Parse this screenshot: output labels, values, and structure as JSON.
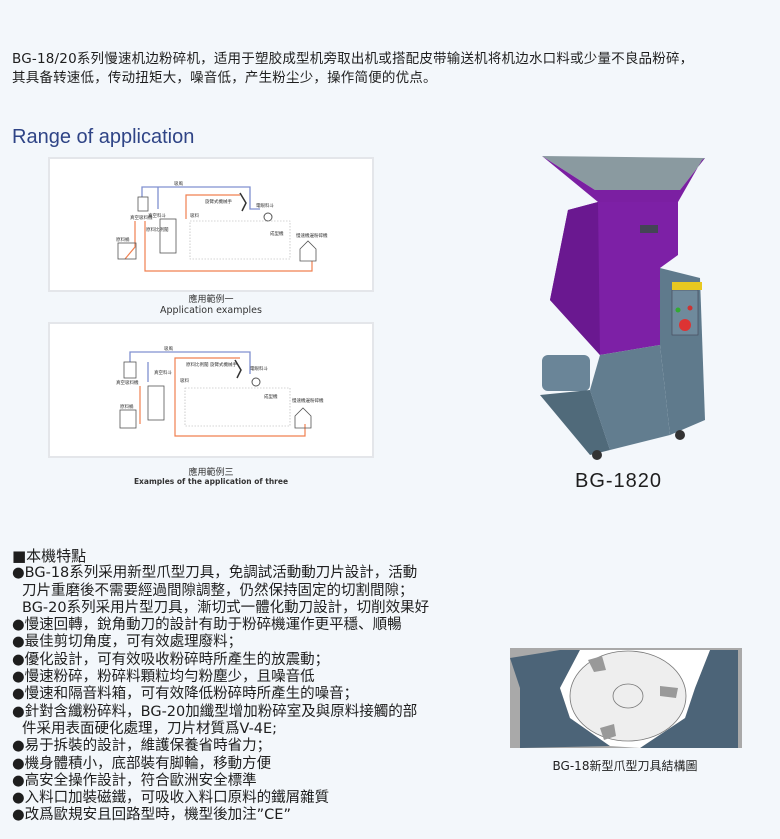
{
  "intro": {
    "line1": "BG-18/20系列慢速机边粉碎机，适用于塑胶成型机旁取出机或搭配皮带输送机将机边水口料或少量不良品粉碎，",
    "line2": "其具备转速低，传动扭矩大，噪音低，产生粉尘少，操作简便的优点。"
  },
  "range_title": "Range of application",
  "diagram1": {
    "labels": {
      "suction_air": "吸風",
      "robot": "旋臂式機械手",
      "eye_hopper": "電眼料斗",
      "vacuum_loader": "真空吸料機",
      "vacuum_hopper": "真空料斗",
      "ratio_valve": "原料比例閥",
      "raw_bin": "原料桶",
      "molding": "成型機",
      "crusher": "慢速機邊粉碎機",
      "feed": "吸料"
    },
    "caption_cn": "應用範例一",
    "caption_en": "Application examples"
  },
  "diagram2": {
    "labels": {
      "suction_air": "吸風",
      "robot": "旋臂式機械手",
      "eye_hopper": "電眼料斗",
      "vacuum_loader": "真空吸料機",
      "vacuum_hopper": "真空料斗",
      "ratio_valve": "原料比例閥",
      "raw_bin": "原料桶",
      "molding": "成型機",
      "crusher": "慢速機邊粉碎機",
      "feed": "吸料"
    },
    "caption_cn": "應用範例三",
    "caption_en": "Examples of the application of three"
  },
  "machine": {
    "model": "BG-1820"
  },
  "features": {
    "heading": "■本機特點",
    "items": [
      {
        "text": "●BG-18系列采用新型爪型刀具，免調試活動動刀片設計，活動",
        "cont": [
          "刀片重磨後不需要經過間隙調整，仍然保持固定的切割間隙；",
          "BG-20系列采用片型刀具，漸切式一體化動刀設計，切削效果好"
        ]
      },
      {
        "text": "●慢速回轉，銳角動刀的設計有助于粉碎機運作更平穩、順暢"
      },
      {
        "text": "●最佳剪切角度，可有效處理廢料；"
      },
      {
        "text": "●優化設計，可有效吸收粉碎時所產生的放震動；"
      },
      {
        "text": "●慢速粉碎，粉碎料顆粒均勻粉塵少，且噪音低"
      },
      {
        "text": "●慢速和隔音料箱，可有效降低粉碎時所產生的噪音；"
      },
      {
        "text": "●針對含纖粉碎料，BG-20加纖型增加粉碎室及與原料接觸的部",
        "cont": [
          "件采用表面硬化處理，刀片材質爲V-4E;"
        ]
      },
      {
        "text": "●易于拆裝的設計，維護保養省時省力；"
      },
      {
        "text": "●機身體積小，底部裝有脚輪，移動方便"
      },
      {
        "text": "●高安全操作設計，符合歐洲安全標準"
      },
      {
        "text": "●入料口加裝磁鐵，可吸收入料口原料的鐵屑雜質"
      },
      {
        "text": "●改爲歐規安且回路型時，機型後加注”CE”"
      }
    ]
  },
  "blade_caption": "BG-18新型爪型刀具結構圖",
  "colors": {
    "title_blue": "#2f4486",
    "machine_purple": "#7b1fa2",
    "machine_gray": "#5f7a8c",
    "orange_line": "#f08050",
    "blue_line": "#8090d0"
  }
}
